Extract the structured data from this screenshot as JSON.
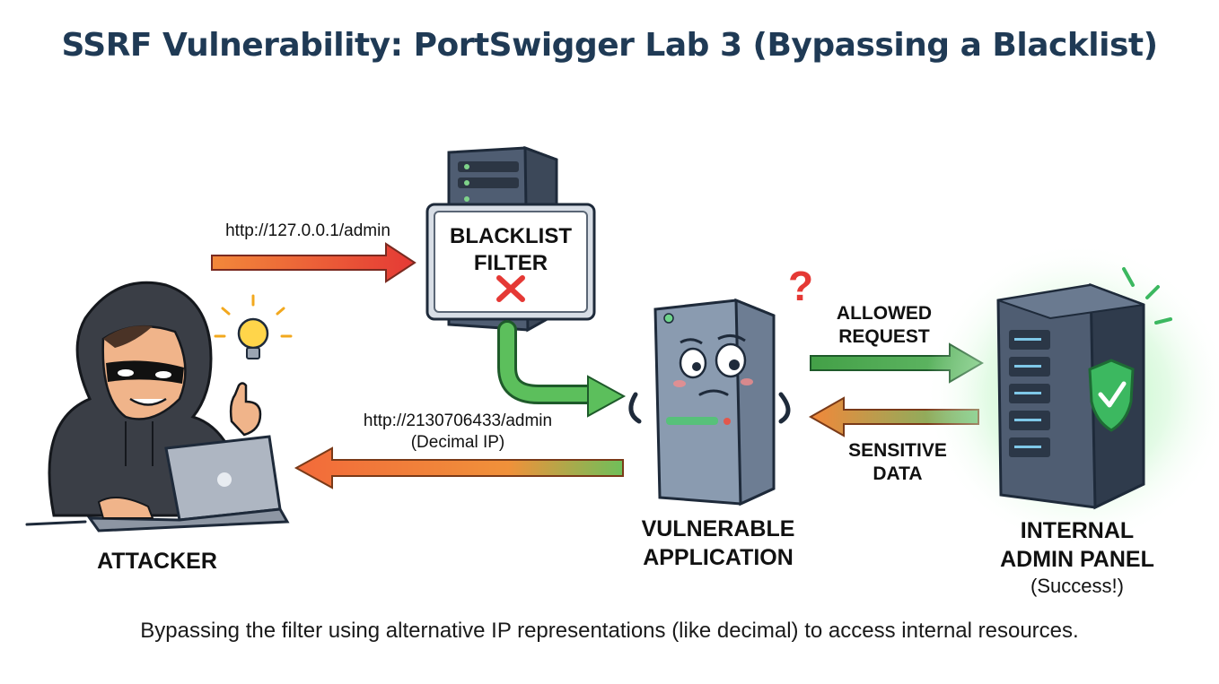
{
  "title": "SSRF Vulnerability: PortSwigger Lab 3 (Bypassing a Blacklist)",
  "caption": "Bypassing the filter using alternative IP representations (like decimal) to access internal resources.",
  "nodes": {
    "attacker": {
      "label": "ATTACKER"
    },
    "filter": {
      "label_line1": "BLACKLIST",
      "label_line2": "FILTER"
    },
    "app": {
      "label_line1": "VULNERABLE",
      "label_line2": "APPLICATION"
    },
    "admin": {
      "label_line1": "INTERNAL",
      "label_line2": "ADMIN PANEL",
      "label_line3": "(Success!)"
    }
  },
  "edges": {
    "blocked_request": {
      "label": "http://127.0.0.1/admin"
    },
    "decimal_request": {
      "label_line1": "http://2130706433/admin",
      "label_line2": "(Decimal IP)"
    },
    "allowed_request": {
      "label_line1": "ALLOWED",
      "label_line2": "REQUEST"
    },
    "sensitive_data": {
      "label_line1": "SENSITIVE",
      "label_line2": "DATA"
    }
  },
  "colors": {
    "title": "#1f3a55",
    "arrow_red": "#e8533a",
    "arrow_orange": "#f0913a",
    "arrow_green": "#4caf50",
    "server_body": "#5c6b80",
    "app_body": "#8a9bb0",
    "admin_glow": "#7be08a",
    "shield": "#3cb860",
    "blocked_x": "#e53935",
    "question": "#e53935"
  }
}
